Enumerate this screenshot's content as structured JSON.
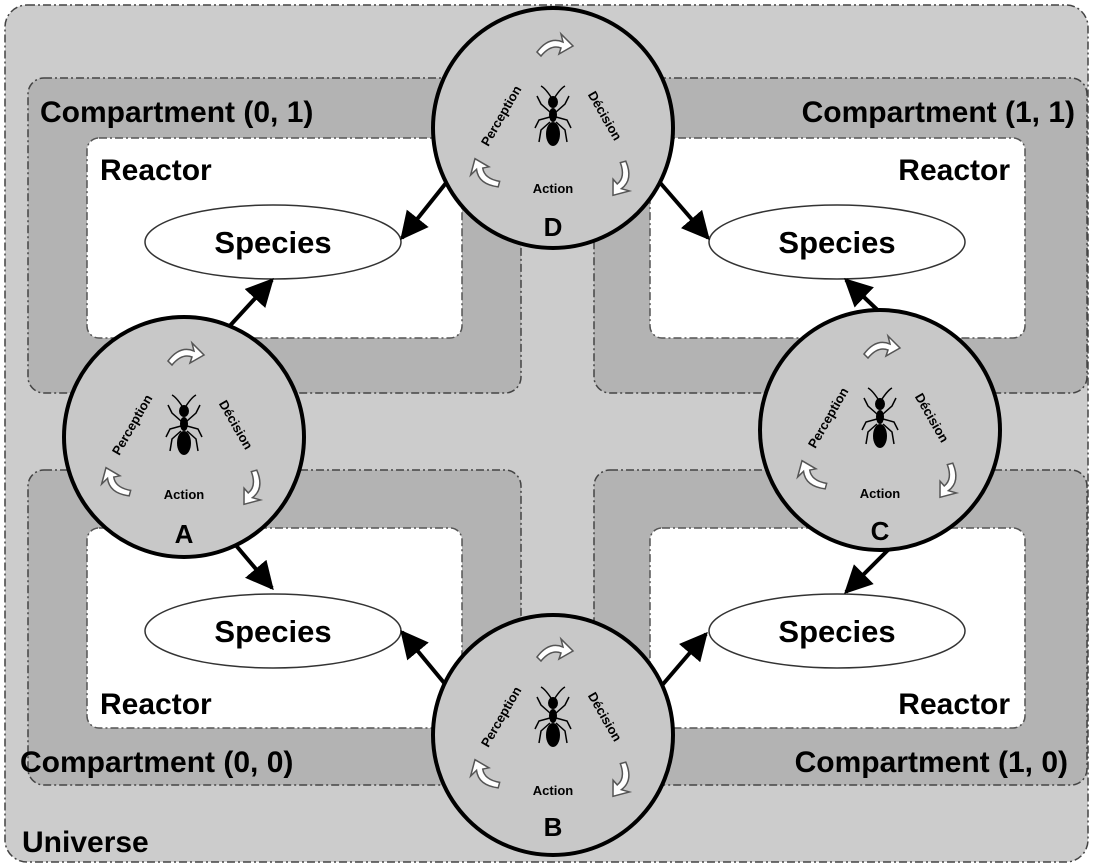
{
  "universe": {
    "label": "Universe"
  },
  "compartments": [
    {
      "key": "tl",
      "label": "Compartment (0, 1)",
      "reactor_label": "Reactor",
      "species_label": "Species"
    },
    {
      "key": "tr",
      "label": "Compartment (1, 1)",
      "reactor_label": "Reactor",
      "species_label": "Species"
    },
    {
      "key": "bl",
      "label": "Compartment (0, 0)",
      "reactor_label": "Reactor",
      "species_label": "Species"
    },
    {
      "key": "br",
      "label": "Compartment (1, 0)",
      "reactor_label": "Reactor",
      "species_label": "Species"
    }
  ],
  "agents": [
    {
      "key": "A",
      "label": "A",
      "perception": "Perception",
      "decision": "Décision",
      "action": "Action"
    },
    {
      "key": "B",
      "label": "B",
      "perception": "Perception",
      "decision": "Décision",
      "action": "Action"
    },
    {
      "key": "C",
      "label": "C",
      "perception": "Perception",
      "decision": "Décision",
      "action": "Action"
    },
    {
      "key": "D",
      "label": "D",
      "perception": "Perception",
      "decision": "Décision",
      "action": "Action"
    }
  ],
  "colors": {
    "universe_fill": "#cccccc",
    "compartment_fill": "#b3b3b3",
    "reactor_fill": "#ffffff",
    "agent_fill": "#c8c8c8",
    "ink": "#000000"
  }
}
